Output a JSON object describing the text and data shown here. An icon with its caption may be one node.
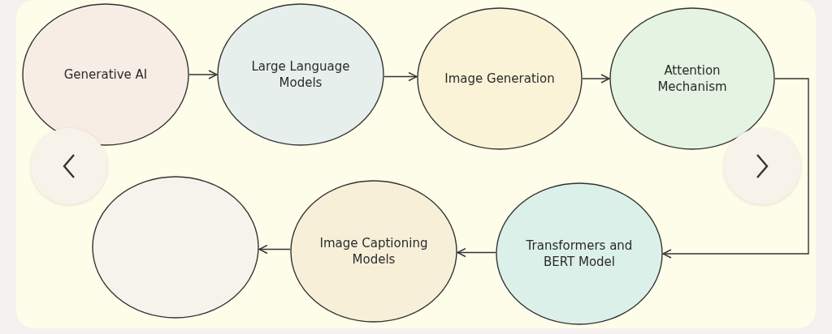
{
  "diagram": {
    "nodes": [
      {
        "text": [
          "Generative AI"
        ]
      },
      {
        "text": [
          "Large Language Models"
        ]
      },
      {
        "text": [
          "Image Generation"
        ]
      },
      {
        "text": [
          "Attention Mechanism"
        ]
      },
      {
        "text": [
          "Transformers and BERT Model"
        ]
      },
      {
        "text": [
          "Image Captioning Models"
        ]
      },
      {
        "text": [],
        "shape": "circle"
      }
    ],
    "edges": [
      {
        "from": 0,
        "to": 1,
        "arrow": "to"
      },
      {
        "from": 1,
        "to": 2,
        "arrow": "to"
      },
      {
        "from": 2,
        "to": 3,
        "arrow": "to"
      },
      {
        "from": 3,
        "to": 4,
        "arrow": "to"
      },
      {
        "from": 4,
        "to": 5,
        "arrow": "to"
      },
      {
        "from": 5,
        "to": 6,
        "arrow": "to"
      }
    ]
  }
}
